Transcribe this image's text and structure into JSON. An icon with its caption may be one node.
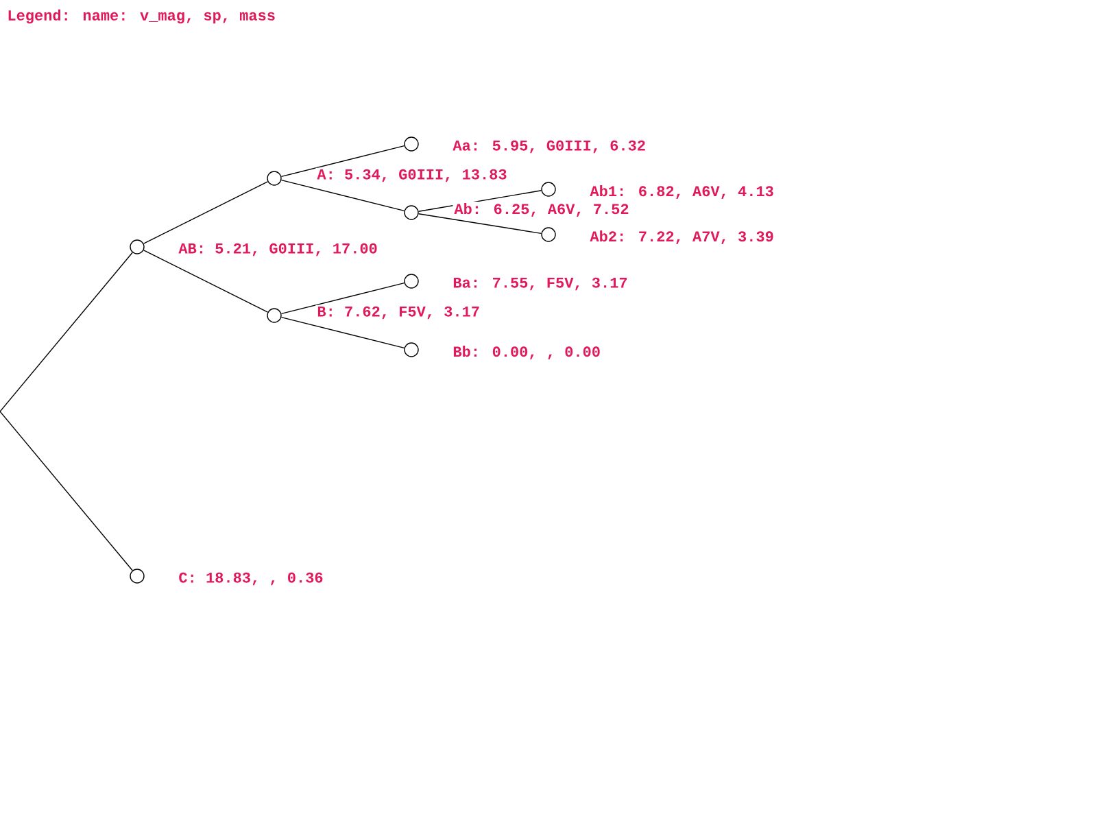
{
  "diagram": {
    "nodes": [
      {
        "text": [],
        "shape": "circle",
        "beside": [
          "AB: 5.21, G0III, 17.00"
        ]
      },
      {
        "text": [],
        "shape": "circle"
      },
      {
        "text": [],
        "shape": "circle",
        "beside": [
          "Aa: 5.95, G0III, 6.32"
        ]
      },
      {
        "text": [],
        "shape": "circle"
      },
      {
        "text": [],
        "shape": "circle",
        "beside": [
          "Ab1: 6.82, A6V, 4.13"
        ]
      },
      {
        "text": [],
        "shape": "circle",
        "beside": [
          "Ab2: 7.22, A7V, 3.39"
        ]
      },
      {
        "text": [],
        "shape": "circle"
      },
      {
        "text": [],
        "shape": "circle",
        "beside": [
          "Ba: 7.55, F5V, 3.17"
        ]
      },
      {
        "text": [],
        "shape": "circle",
        "beside": [
          "Bb: 0.00, , 0.00"
        ]
      },
      {
        "text": [],
        "shape": "circle",
        "beside": [
          "C: 18.83, , 0.36"
        ]
      }
    ],
    "edges": [
      {
        "from": null,
        "to": 0,
        "arrow": "none"
      },
      {
        "from": null,
        "to": 9,
        "arrow": "none"
      },
      {
        "from": 0,
        "to": 1,
        "arrow": "none"
      },
      {
        "from": 0,
        "to": 6,
        "arrow": "none"
      },
      {
        "from": 1,
        "to": 2,
        "arrow": "none"
      },
      {
        "from": 1,
        "to": 3,
        "arrow": "none"
      },
      {
        "from": 3,
        "to": 4,
        "arrow": "none"
      },
      {
        "from": 3,
        "to": 5,
        "arrow": "none"
      },
      {
        "from": 6,
        "to": 7,
        "arrow": "none"
      },
      {
        "from": 6,
        "to": 8,
        "arrow": "none"
      }
    ],
    "labels": [
      "Legend: name: v_mag, sp, mass",
      "A: 5.34, G0III, 13.83",
      "Ab: 6.25, A6V, 7.52",
      "B: 7.62, F5V, 3.17"
    ]
  }
}
